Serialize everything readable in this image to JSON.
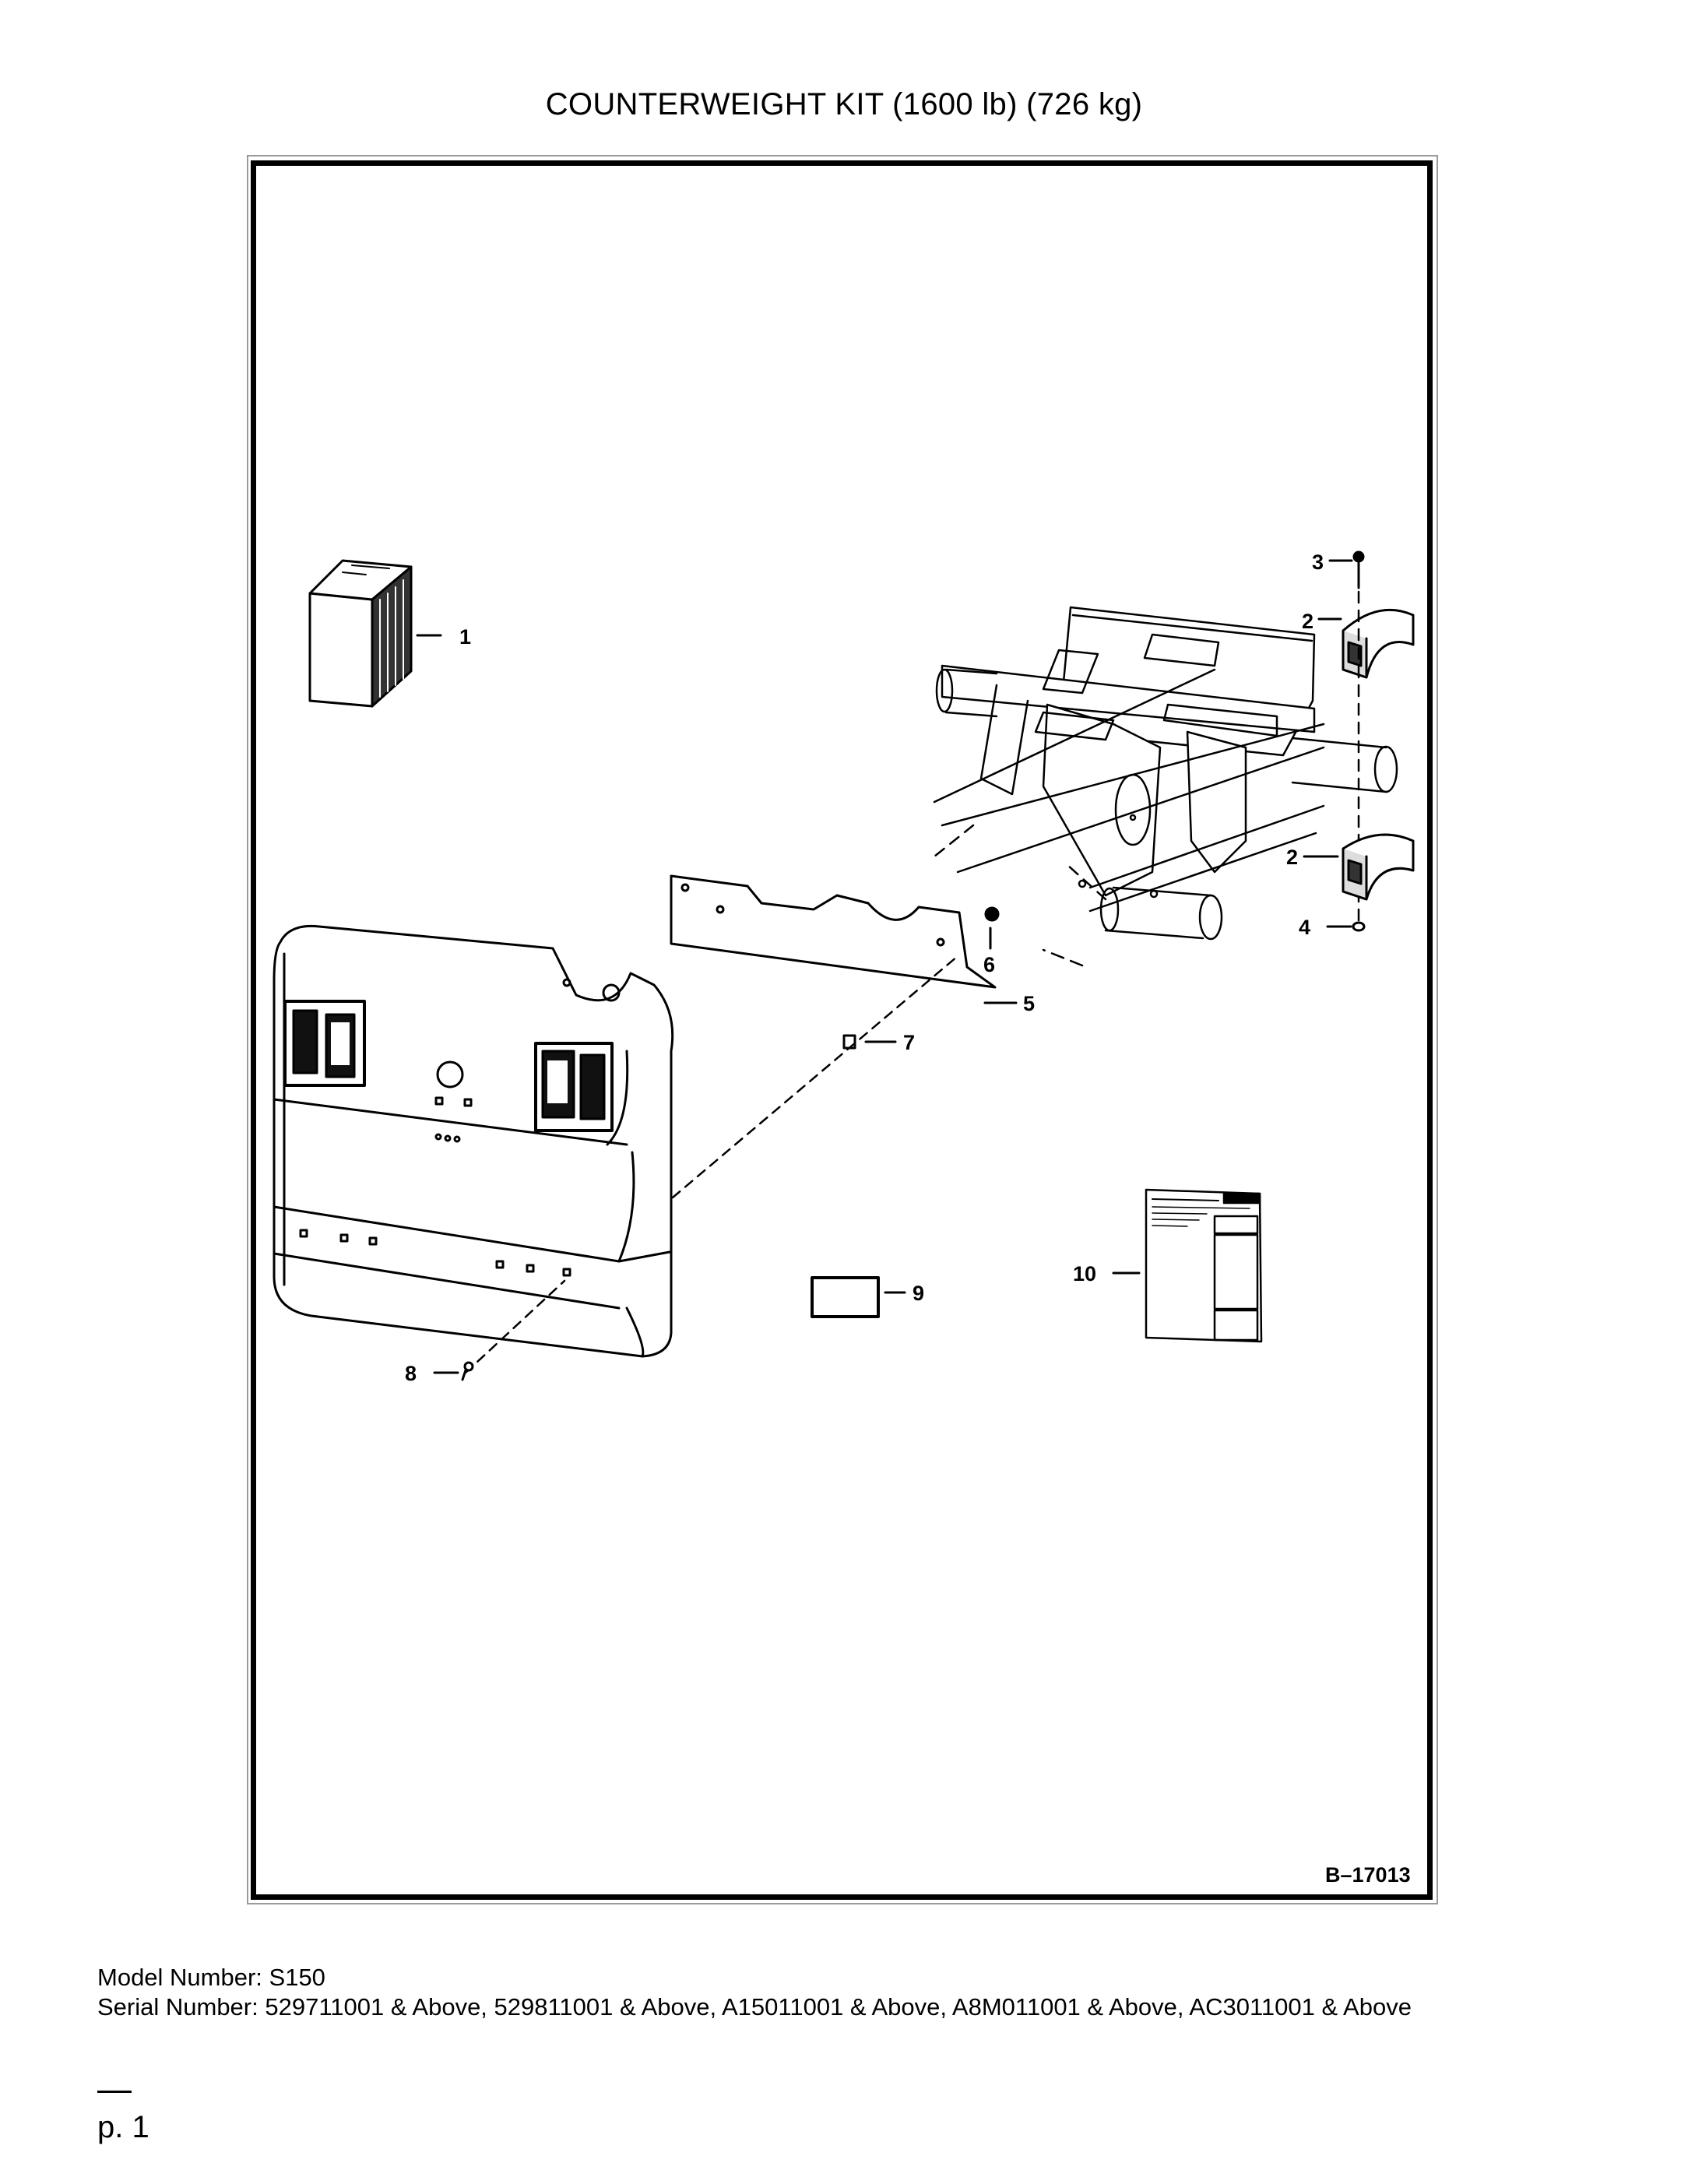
{
  "document": {
    "title": "COUNTERWEIGHT KIT (1600 lb) (726 kg)",
    "figure_ref": "B–17013",
    "callouts": [
      "1",
      "2",
      "3",
      "2",
      "4",
      "5",
      "6",
      "7",
      "8",
      "9",
      "10"
    ],
    "model_label": "Model Number: S150",
    "serial_label": "Serial Number: 529711001 & Above, 529811001 & Above, A15011001 & Above, A8M011001 & Above, AC3011001 & Above",
    "page_number": "p. 1"
  }
}
